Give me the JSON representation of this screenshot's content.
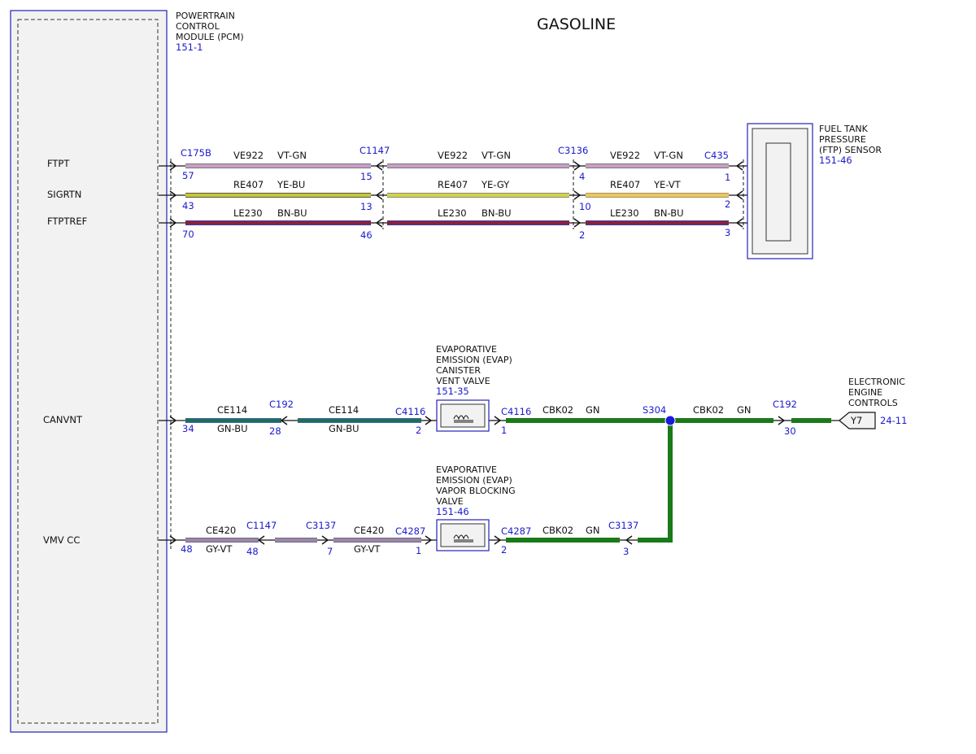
{
  "title": "GASOLINE",
  "pcm": {
    "lines": [
      "POWERTRAIN",
      "CONTROL",
      "MODULE (PCM)"
    ],
    "ref": "151-1",
    "pins": [
      "FTPT",
      "SIGRTN",
      "FTPTREF",
      "CANVNT",
      "VMV CC"
    ]
  },
  "ftp_sensor": {
    "lines": [
      "FUEL TANK",
      "PRESSURE",
      "(FTP) SENSOR"
    ],
    "ref": "151-46"
  },
  "vent_valve": {
    "lines": [
      "EVAPORATIVE",
      "EMISSION (EVAP)",
      "CANISTER",
      "VENT VALVE"
    ],
    "ref": "151-35"
  },
  "vapor_valve": {
    "lines": [
      "EVAPORATIVE",
      "EMISSION (EVAP)",
      "VAPOR BLOCKING",
      "VALVE"
    ],
    "ref": "151-46"
  },
  "eec": {
    "lines": [
      "ELECTRONIC",
      "ENGINE",
      "CONTROLS"
    ],
    "tag": "Y7",
    "ref": "24-11"
  },
  "splice": "S304",
  "connectors": {
    "c175b": "C175B",
    "c1147a": "C1147",
    "c3136": "C3136",
    "c435": "C435",
    "c192a": "C192",
    "c4116a": "C4116",
    "c4116b": "C4116",
    "c192b": "C192",
    "c1147b": "C1147",
    "c3137a": "C3137",
    "c4287a": "C4287",
    "c4287b": "C4287",
    "c3137b": "C3137"
  },
  "pins": {
    "p57": "57",
    "p15": "15",
    "p4": "4",
    "p1a": "1",
    "p43": "43",
    "p13": "13",
    "p10": "10",
    "p2a": "2",
    "p70": "70",
    "p46": "46",
    "p2b": "2",
    "p3a": "3",
    "p34": "34",
    "p28": "28",
    "p2c": "2",
    "p1b": "1",
    "p30": "30",
    "p48a": "48",
    "p48b": "48",
    "p7": "7",
    "p1c": "1",
    "p2d": "2",
    "p3b": "3"
  },
  "wires": {
    "w1a": "VE922",
    "w1b": "VE922",
    "w1c": "VE922",
    "c1a": "VT-GN",
    "c1b": "VT-GN",
    "c1c": "VT-GN",
    "w2a": "RE407",
    "w2b": "RE407",
    "w2c": "RE407",
    "c2a": "YE-BU",
    "c2b": "YE-GY",
    "c2c": "YE-VT",
    "w3a": "LE230",
    "w3b": "LE230",
    "w3c": "LE230",
    "c3a": "BN-BU",
    "c3b": "BN-BU",
    "c3c": "BN-BU",
    "w4a": "CE114",
    "w4b": "CE114",
    "w4c": "CBK02",
    "w4d": "CBK02",
    "c4a": "GN-BU",
    "c4b": "GN-BU",
    "c4c": "GN",
    "c4d": "GN",
    "w5a": "CE420",
    "w5b": "CE420",
    "w5c": "CBK02",
    "c5a": "GY-VT",
    "c5b": "GY-VT",
    "c5c": "GN"
  },
  "colors": {
    "component_border": "#2222bb",
    "label_blue": "#1a1acc",
    "vt_gn": "#c8a0c8",
    "ye_bu": "#c8c830",
    "ye_gy": "#d4d440",
    "ye_vt": "#e8c860",
    "bn_bu": "#8a2040",
    "gn_bu": "#1e6e5a",
    "gn": "#1a7a1a",
    "gy_vt": "#a08898"
  }
}
